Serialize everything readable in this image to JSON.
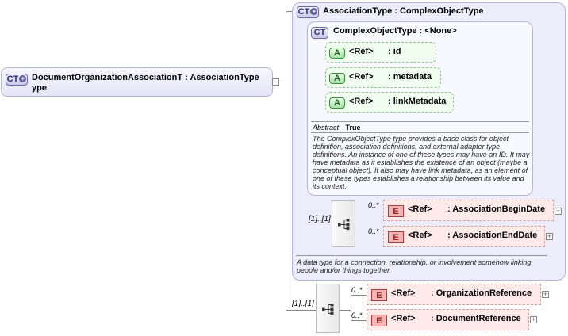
{
  "root": {
    "badge": "CT",
    "label": "DocumentOrganizationAssociationT",
    "type_label": ": AssociationType",
    "type_wrap": "ype"
  },
  "association_type": {
    "badge": "CT",
    "title": "AssociationType",
    "type_label": ": ComplexObjectType",
    "description": "A data type for a connection, relationship, or involvement somehow linking people and/or things together."
  },
  "complex_object_type": {
    "badge": "CT",
    "title": "ComplexObjectType",
    "type_label": ": <None>",
    "attributes": [
      {
        "badge": "A",
        "ref": "<Ref>",
        "name": ": id"
      },
      {
        "badge": "A",
        "ref": "<Ref>",
        "name": ": metadata"
      },
      {
        "badge": "A",
        "ref": "<Ref>",
        "name": ": linkMetadata"
      }
    ],
    "abstract_label": "Abstract",
    "abstract_value": "True",
    "description": "The ComplexObjectType type provides a base class for object definition, association definitions, and external adapter type definitions. An instance of one of these types may have an ID. It may have metadata as it establishes the existence of an object (maybe a conceptual object). It also may have link metadata, as an element of one of these types establishes a relationship between its value and its context."
  },
  "inner_sequence": {
    "cardinality": "[1]..[1]",
    "elements": [
      {
        "badge": "E",
        "ref": "<Ref>",
        "name": ": AssociationBeginDate",
        "occurs": "0..*"
      },
      {
        "badge": "E",
        "ref": "<Ref>",
        "name": ": AssociationEndDate",
        "occurs": "0..*"
      }
    ]
  },
  "outer_sequence": {
    "cardinality": "[1]..[1]",
    "elements": [
      {
        "badge": "E",
        "ref": "<Ref>",
        "name": ": OrganizationReference",
        "occurs": "0..*"
      },
      {
        "badge": "E",
        "ref": "<Ref>",
        "name": ": DocumentReference",
        "occurs": "0..*"
      }
    ]
  },
  "icons": {
    "expand": "+",
    "collapse": "-"
  },
  "colors": {
    "complex_type_bg": "#ececfa",
    "complex_type_border": "#b4b4d4",
    "attribute_bg": "#f0fff0",
    "attribute_border": "#8cc88c",
    "element_bg": "#ffeaea",
    "element_border": "#c8a0a0"
  }
}
